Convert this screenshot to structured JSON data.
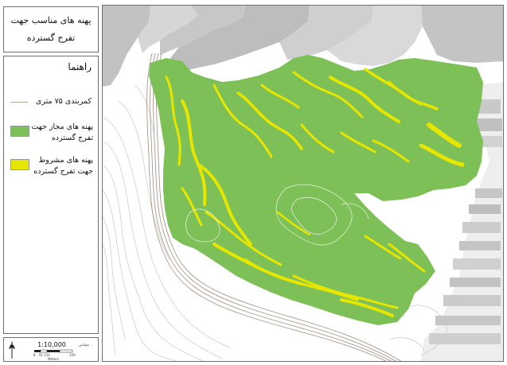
{
  "title": {
    "line1": "پهنه های مناسب جهت",
    "line2": "تفرج گسترده"
  },
  "legend": {
    "heading": "راهنما",
    "items": [
      {
        "label": "کمربندی ۷۵ متری",
        "kind": "line",
        "color": "#b3a394"
      },
      {
        "label": "پهنه های مجاز جهت تفرج گسترده",
        "kind": "fill",
        "color": "#7dc057"
      },
      {
        "label": "پهنه های مشروط جهت تفرج گسترده",
        "kind": "fill",
        "color": "#e6e600"
      }
    ]
  },
  "scale": {
    "ratio": "1:10,000",
    "ticks": [
      "0",
      "55",
      "110",
      "220"
    ],
    "unit": "Meters",
    "north": "N",
    "small_label": "مقیاس :"
  },
  "colors": {
    "allowed_zone": "#7dc057",
    "conditional_zone": "#e6e600",
    "buildings": "#b9b9b9",
    "belt": "#b3a394",
    "contour": "#c8c8c8"
  }
}
